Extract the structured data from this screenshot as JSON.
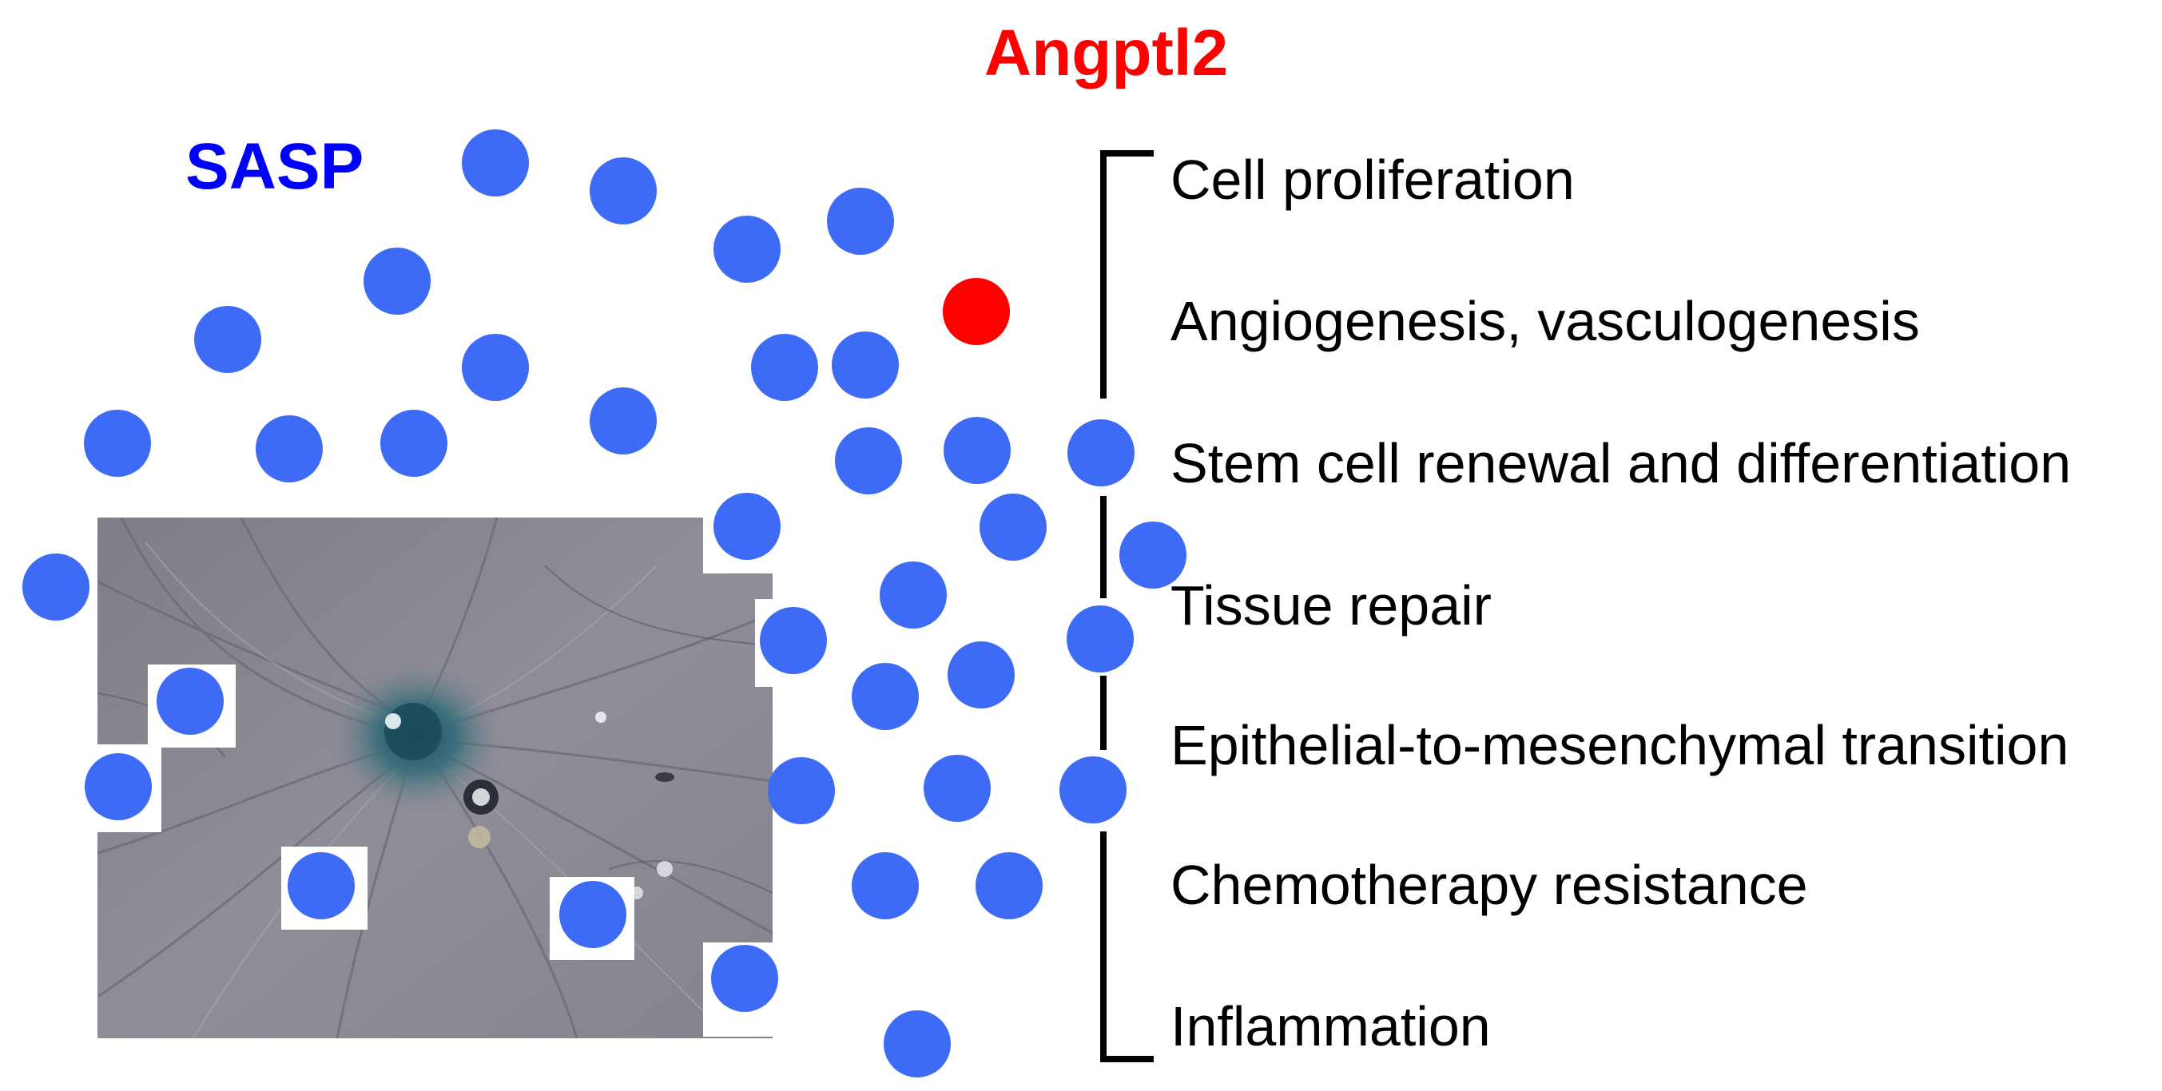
{
  "labels": {
    "sasp": "SASP",
    "angptl2": "Angptl2"
  },
  "functions": [
    "Cell proliferation",
    "Angiogenesis, vasculogenesis",
    "Stem cell renewal and differentiation",
    "Tissue repair",
    "Epithelial-to-mesenchymal transition",
    "Chemotherapy resistance",
    "Inflammation"
  ],
  "colors": {
    "sasp": "#0000ff",
    "angptl2": "#ff0000",
    "dot": "#3d6bf5",
    "angptl2_dot": "#ff0000",
    "bracket": "#000000",
    "photo_base": "#8a8890"
  },
  "image": {
    "subject": "micrograph-senescent-cell-blue-stain"
  }
}
